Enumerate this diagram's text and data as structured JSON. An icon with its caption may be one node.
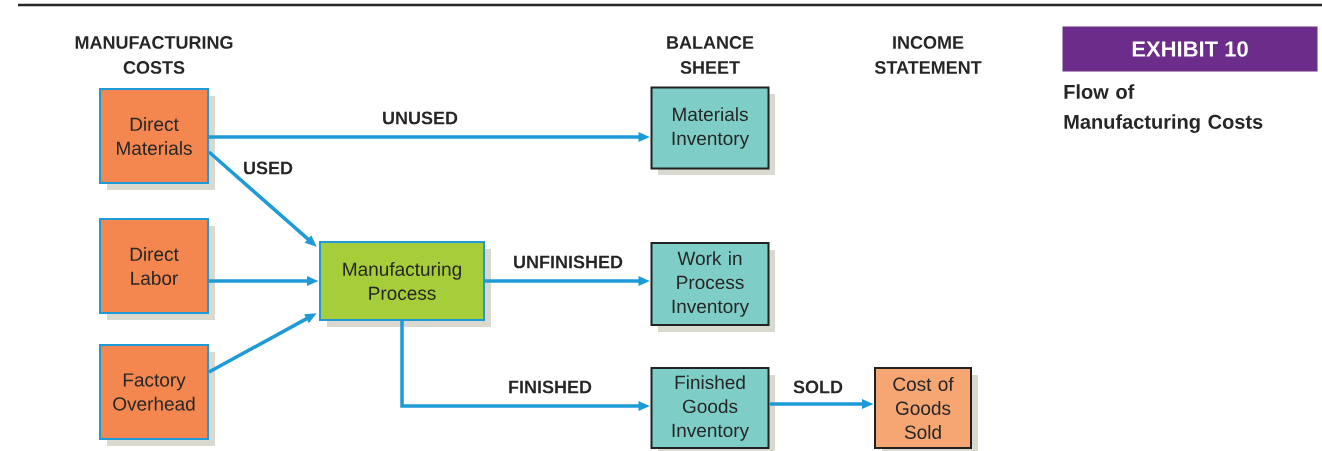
{
  "diagram": {
    "title": "Flow of Manufacturing Costs",
    "nodes": [
      {
        "text": [
          "Direct Materials"
        ]
      },
      {
        "text": [
          "Direct Labor"
        ]
      },
      {
        "text": [
          "Factory Overhead"
        ]
      },
      {
        "text": [
          "Manufacturing Process"
        ]
      },
      {
        "text": [
          "Materials Inventory"
        ]
      },
      {
        "text": [
          "Work in Process Inventory"
        ]
      },
      {
        "text": [
          "Finished Goods Inventory"
        ]
      },
      {
        "text": [
          "Cost of Goods Sold"
        ]
      },
      {
        "text": [
          "EXHIBIT 10"
        ]
      }
    ],
    "edges": [
      {
        "from": 0,
        "to": 4,
        "arrow": "to",
        "label": "UNUSED"
      },
      {
        "from": 0,
        "to": 3,
        "arrow": "to",
        "label": "USED"
      },
      {
        "from": 1,
        "to": 3,
        "arrow": "to"
      },
      {
        "from": 2,
        "to": 3,
        "arrow": "to"
      },
      {
        "from": 3,
        "to": 5,
        "arrow": "to",
        "label": "UNFINISHED"
      },
      {
        "from": 3,
        "to": 6,
        "arrow": "to",
        "label": "FINISHED"
      },
      {
        "from": 6,
        "to": 7,
        "arrow": "to",
        "label": "SOLD"
      }
    ],
    "labels": [
      "MANUFACTURING COSTS",
      "BALANCE SHEET",
      "INCOME STATEMENT"
    ]
  }
}
